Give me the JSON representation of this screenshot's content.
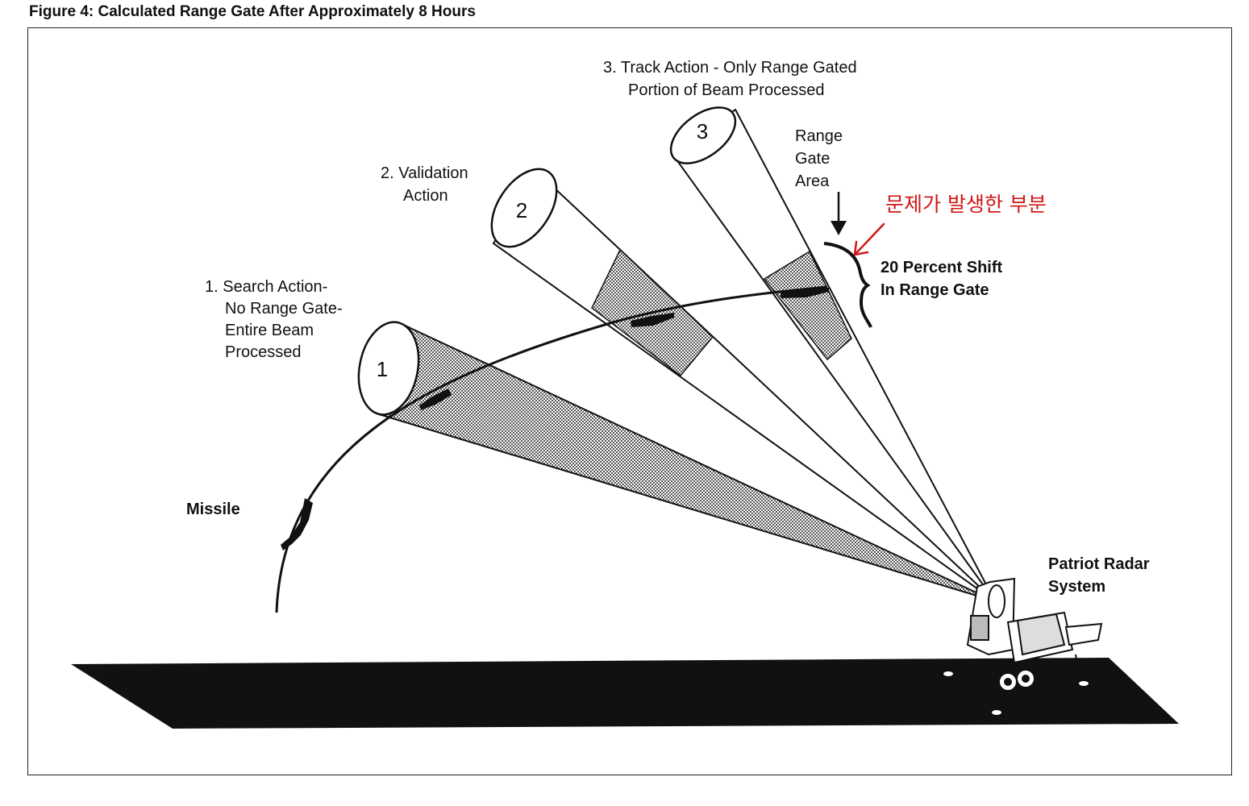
{
  "figure": {
    "title": "Figure 4: Calculated Range Gate After Approximately 8 Hours"
  },
  "beams": [
    {
      "number": "1",
      "label_lines": [
        "1. Search Action-",
        "No Range Gate-",
        "Entire Beam",
        "Processed"
      ]
    },
    {
      "number": "2",
      "label_lines": [
        "2. Validation",
        "Action"
      ]
    },
    {
      "number": "3",
      "label_lines": [
        "3. Track Action - Only Range Gated",
        "Portion of Beam Processed"
      ]
    }
  ],
  "range_gate": {
    "label_lines": [
      "Range",
      "Gate",
      "Area"
    ],
    "shift_lines": [
      "20 Percent Shift",
      "In Range Gate"
    ]
  },
  "missile": {
    "label": "Missile"
  },
  "radar": {
    "label_lines": [
      "Patriot Radar",
      "System"
    ]
  },
  "annotation": {
    "text": "문제가 발생한 부분",
    "color": "#d01818"
  },
  "colors": {
    "gate_fill": "#8a8a8a",
    "ground": "#111111"
  }
}
